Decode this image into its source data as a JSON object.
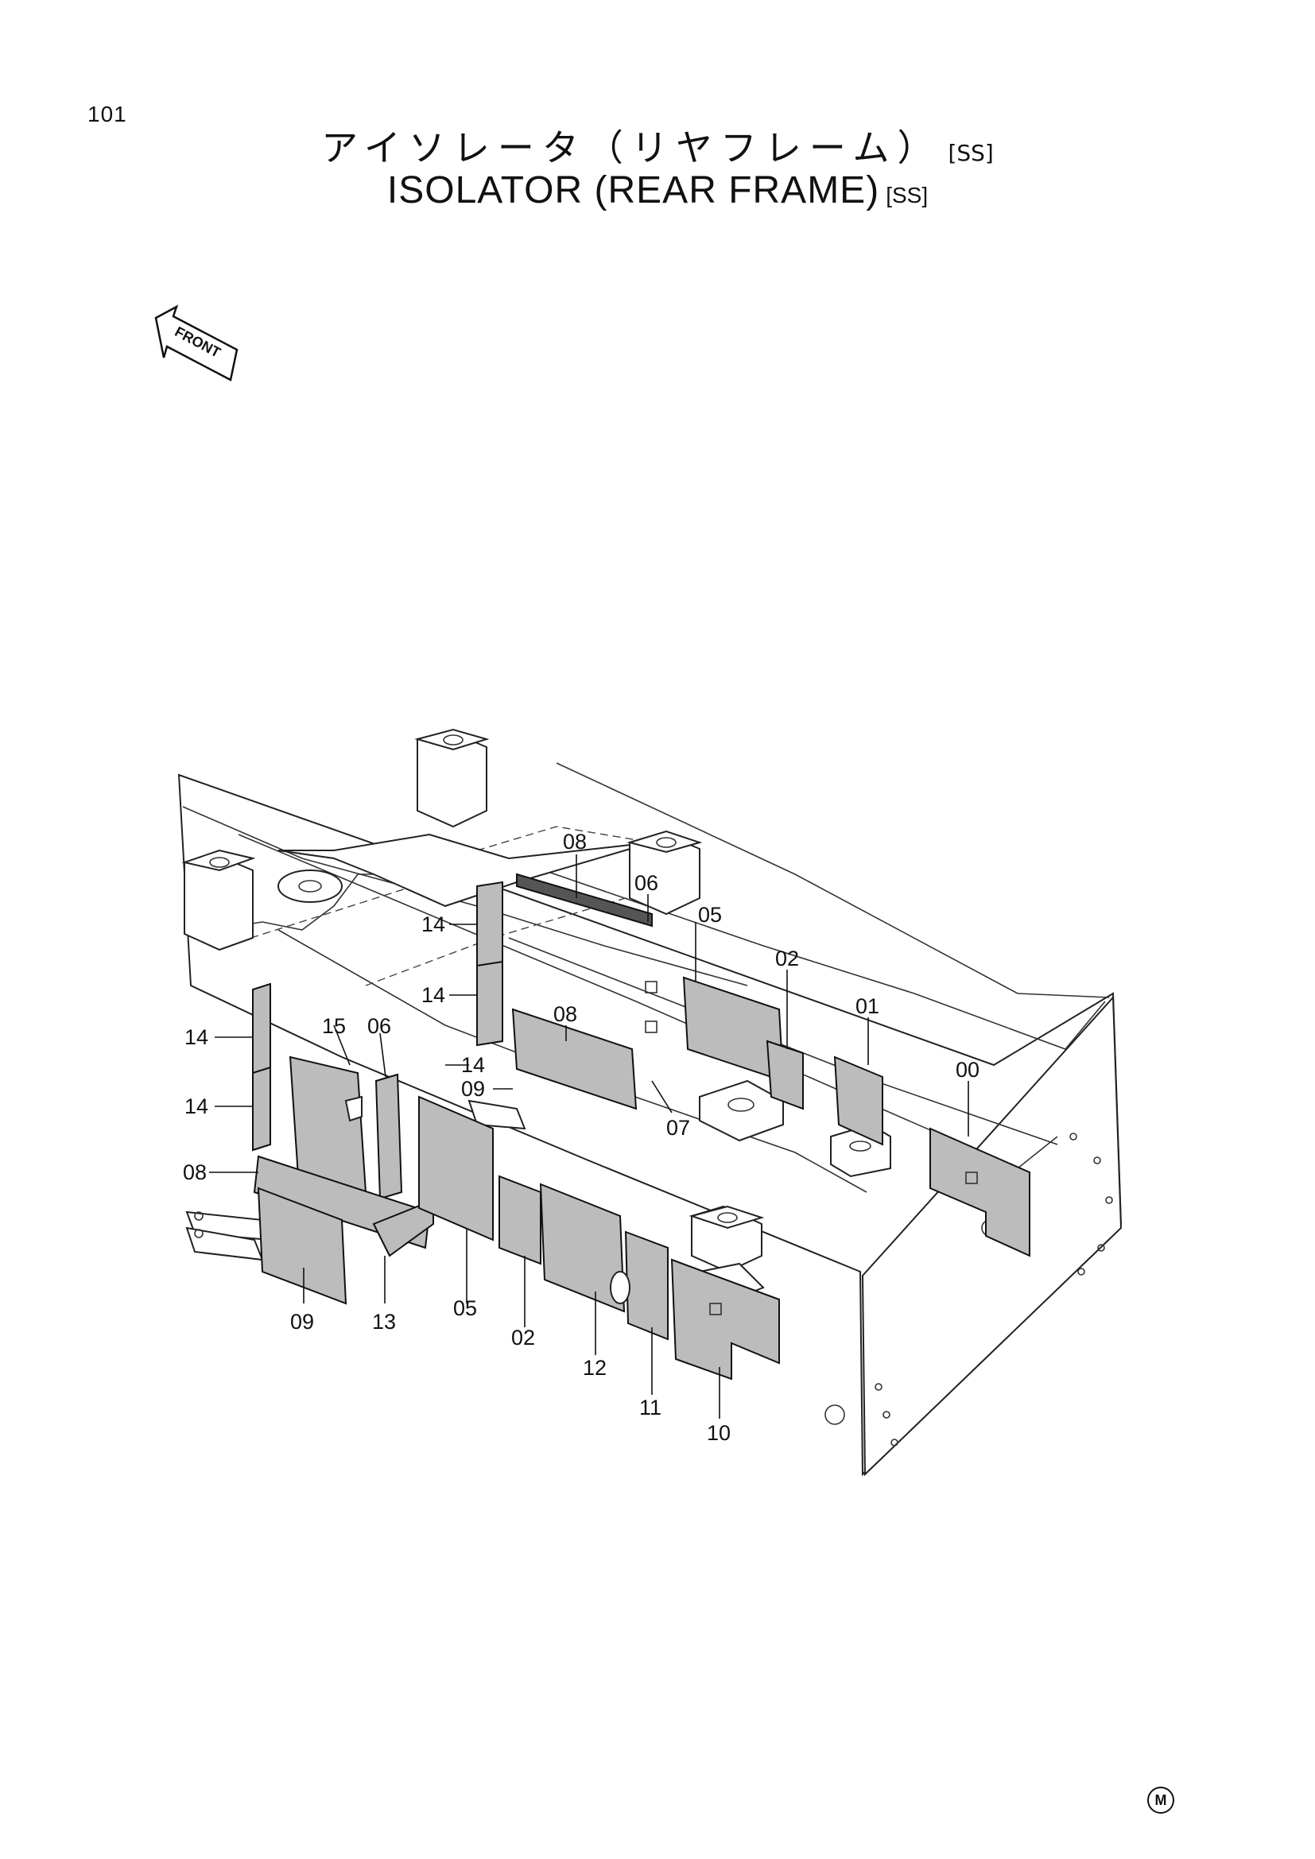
{
  "page_number": "101",
  "title_jp": "アイソレータ（リヤフレーム）",
  "title_en": "ISOLATOR (REAR FRAME)",
  "variant_tag": "[SS]",
  "front_arrow_label": "FRONT",
  "mark_symbol": "M",
  "callouts": [
    {
      "id": "c-08-top",
      "text": "08"
    },
    {
      "id": "c-06-top",
      "text": "06"
    },
    {
      "id": "c-05-top",
      "text": "05"
    },
    {
      "id": "c-02-top",
      "text": "02"
    },
    {
      "id": "c-01",
      "text": "01"
    },
    {
      "id": "c-00",
      "text": "00"
    },
    {
      "id": "c-14-a",
      "text": "14"
    },
    {
      "id": "c-14-b",
      "text": "14"
    },
    {
      "id": "c-08-mid",
      "text": "08"
    },
    {
      "id": "c-14-c",
      "text": "14"
    },
    {
      "id": "c-14-d",
      "text": "14"
    },
    {
      "id": "c-14-e",
      "text": "14"
    },
    {
      "id": "c-15",
      "text": "15"
    },
    {
      "id": "c-06-mid",
      "text": "06"
    },
    {
      "id": "c-09-mid",
      "text": "09"
    },
    {
      "id": "c-07",
      "text": "07"
    },
    {
      "id": "c-08-left",
      "text": "08"
    },
    {
      "id": "c-09-bot",
      "text": "09"
    },
    {
      "id": "c-13",
      "text": "13"
    },
    {
      "id": "c-05-bot",
      "text": "05"
    },
    {
      "id": "c-02-bot",
      "text": "02"
    },
    {
      "id": "c-12",
      "text": "12"
    },
    {
      "id": "c-11",
      "text": "11"
    },
    {
      "id": "c-10",
      "text": "10"
    }
  ]
}
